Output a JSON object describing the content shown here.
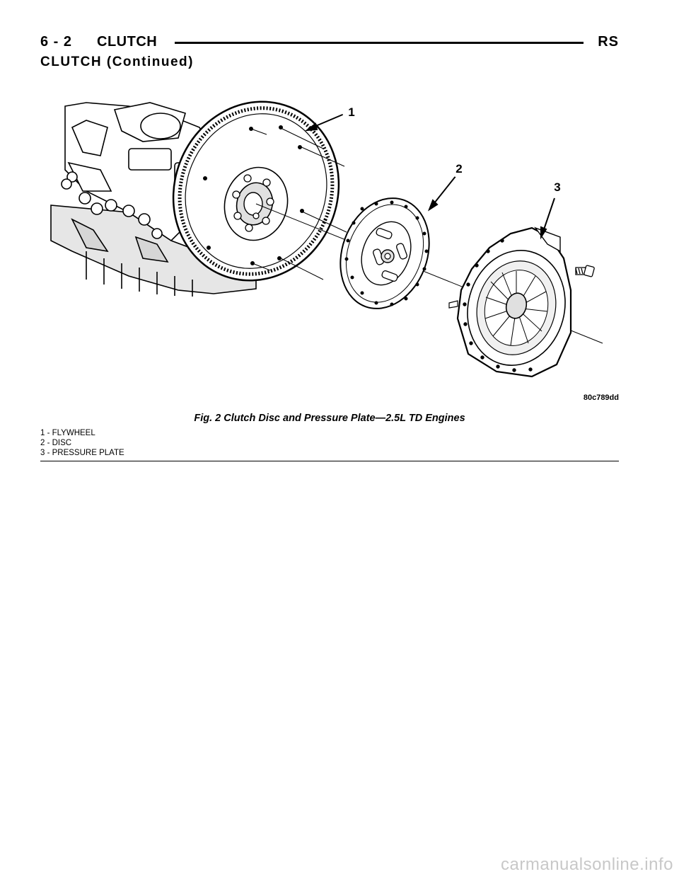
{
  "header": {
    "page_number": "6 - 2",
    "section": "CLUTCH",
    "model_code": "RS"
  },
  "continued_heading": "CLUTCH (Continued)",
  "figure": {
    "id_label": "80c789dd",
    "callouts": [
      "1",
      "2",
      "3"
    ],
    "caption": "Fig. 2 Clutch Disc and Pressure Plate—2.5L TD Engines",
    "legend": [
      "1 - FLYWHEEL",
      "2 - DISC",
      "3 - PRESSURE PLATE"
    ]
  },
  "watermark": "carmanualsonline.info"
}
